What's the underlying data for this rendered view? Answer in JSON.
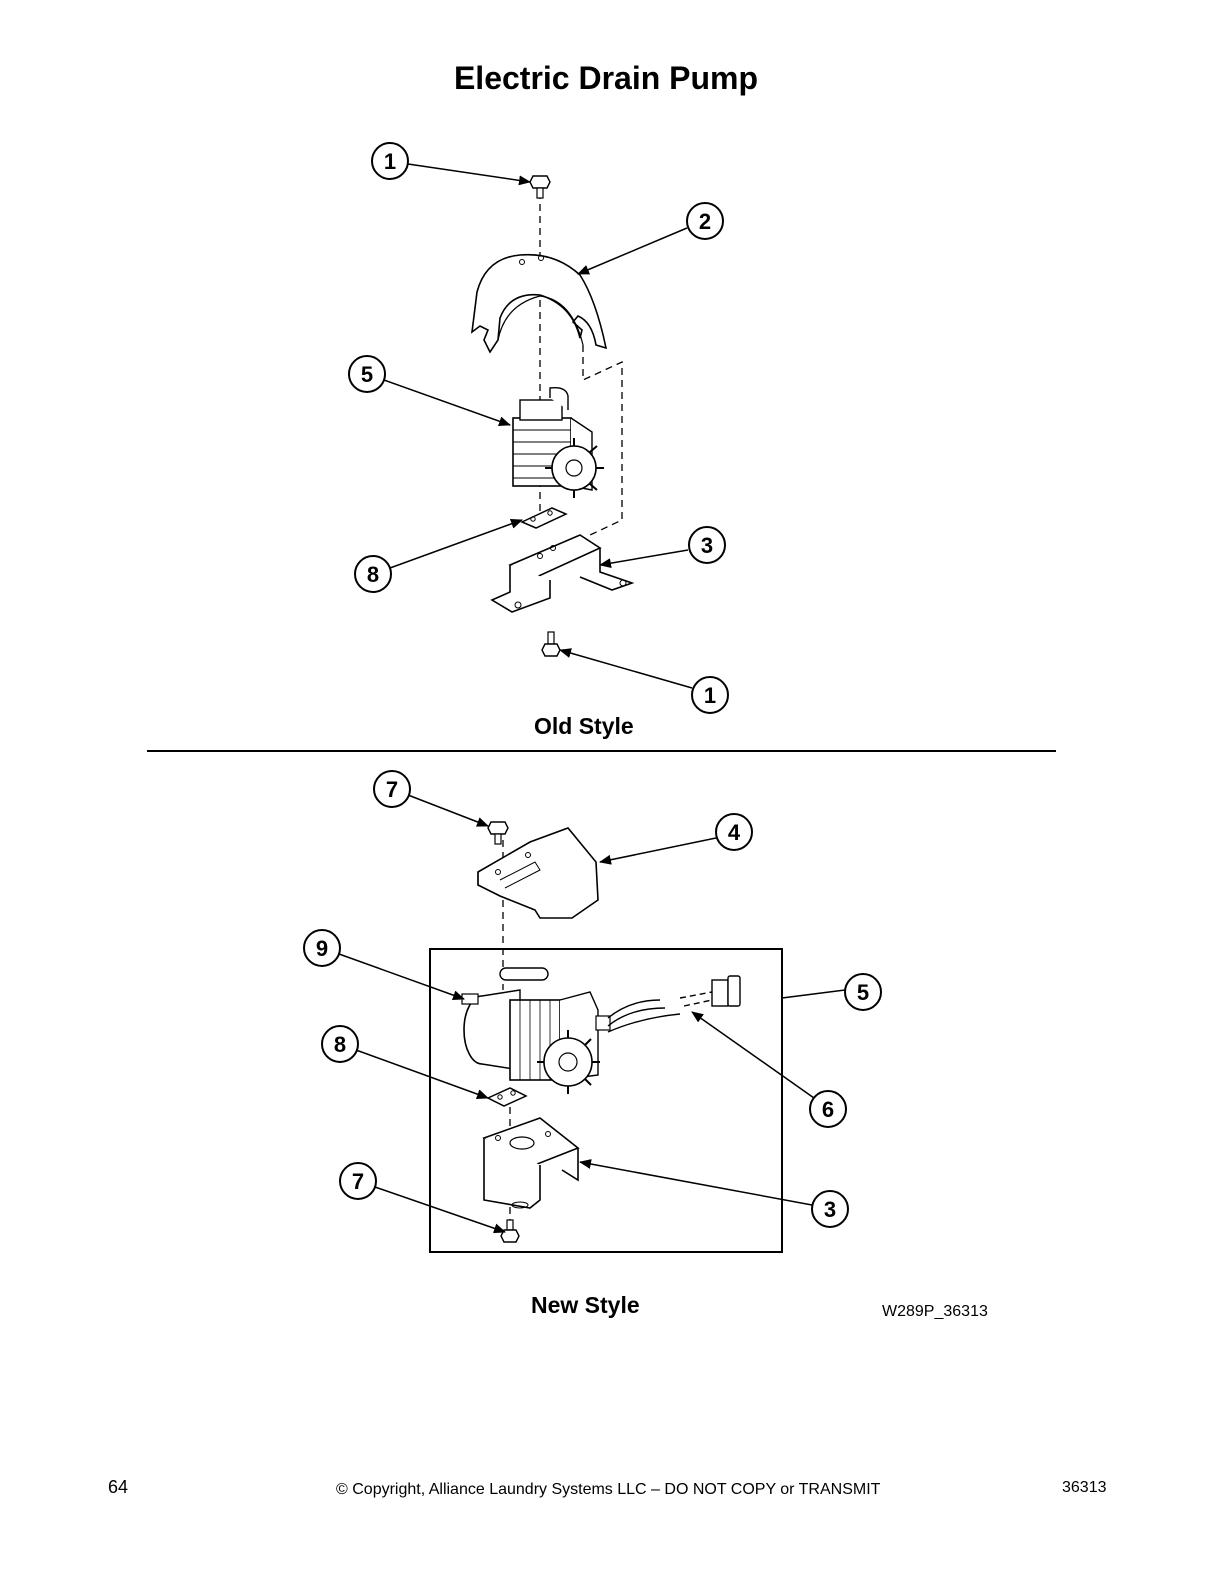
{
  "page_title": "Electric Drain Pump",
  "sections": {
    "old_style": {
      "label": "Old Style",
      "callouts": [
        "1",
        "2",
        "5",
        "3",
        "8",
        "1"
      ]
    },
    "new_style": {
      "label": "New Style",
      "callouts": [
        "7",
        "4",
        "9",
        "5",
        "8",
        "6",
        "7",
        "3"
      ]
    }
  },
  "figure_code": "W289P_36313",
  "footer": {
    "page_number": "64",
    "copyright": "© Copyright, Alliance Laundry Systems LLC – DO NOT COPY or TRANSMIT",
    "doc_number": "36313"
  }
}
